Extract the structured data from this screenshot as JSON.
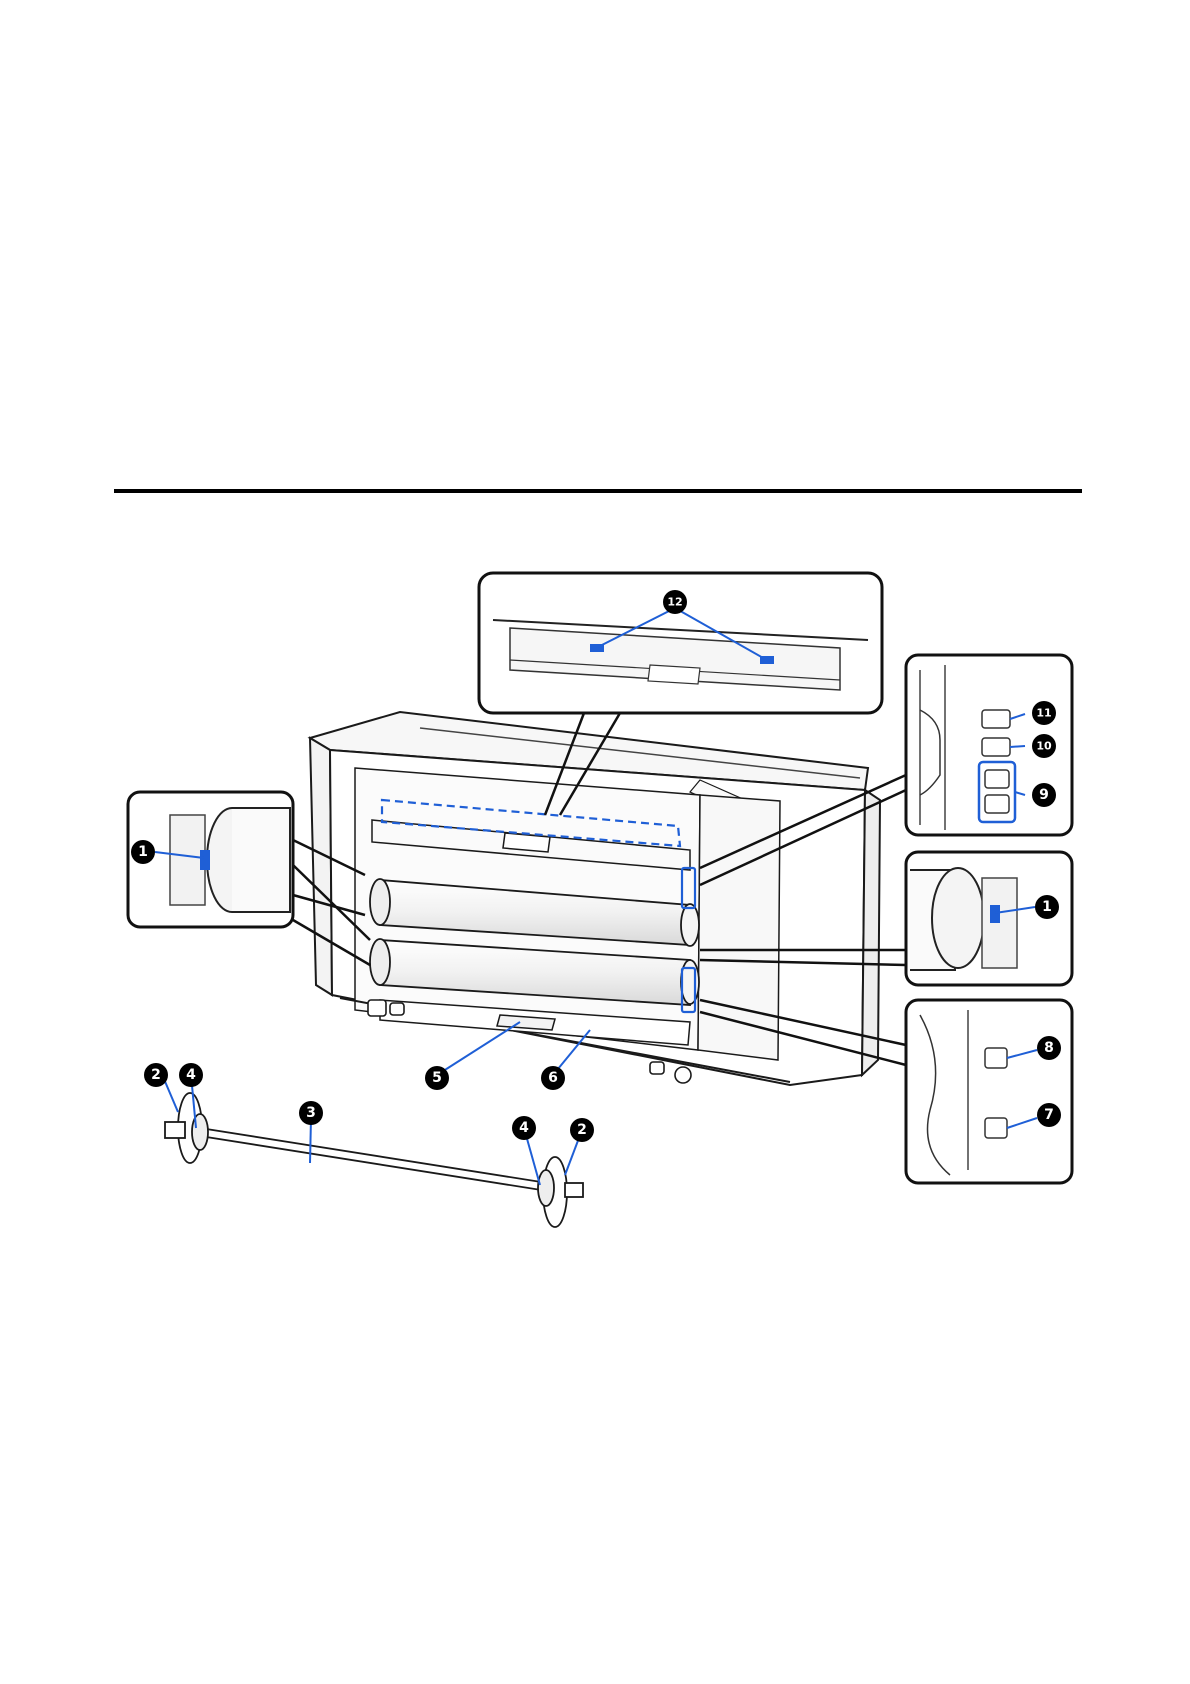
{
  "colors": {
    "callout_line": "#1f5fd6",
    "callout_badge": "#000000",
    "outline": "#1a1a1a",
    "inset_border": "#111111"
  },
  "callouts": [
    {
      "id": "c1a",
      "label": "1"
    },
    {
      "id": "c1b",
      "label": "1"
    },
    {
      "id": "c2a",
      "label": "2"
    },
    {
      "id": "c2b",
      "label": "2"
    },
    {
      "id": "c3",
      "label": "3"
    },
    {
      "id": "c4a",
      "label": "4"
    },
    {
      "id": "c4b",
      "label": "4"
    },
    {
      "id": "c5",
      "label": "5"
    },
    {
      "id": "c6",
      "label": "6"
    },
    {
      "id": "c7",
      "label": "7"
    },
    {
      "id": "c8",
      "label": "8"
    },
    {
      "id": "c9",
      "label": "9"
    },
    {
      "id": "c10",
      "label": "10"
    },
    {
      "id": "c11",
      "label": "11"
    },
    {
      "id": "c12",
      "label": "12"
    }
  ],
  "icons": [
    "printer-rear-illustration",
    "roll-holder-inset",
    "spindle-illustration",
    "control-panel-inset",
    "media-feed-inset"
  ]
}
